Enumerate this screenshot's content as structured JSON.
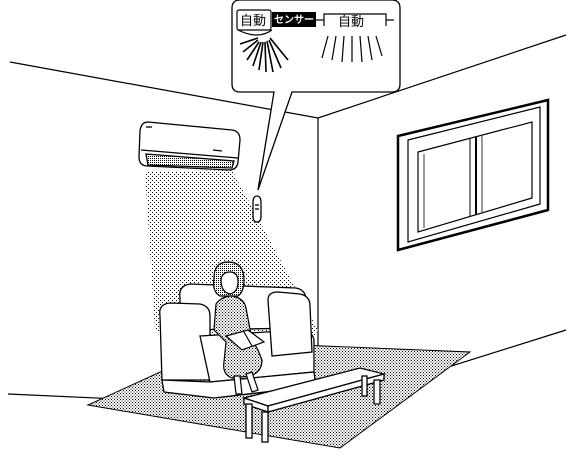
{
  "bubble": {
    "auto_label_left": "自動",
    "sensor_label": "センサー",
    "auto_label_right": "自動"
  },
  "colors": {
    "line": "#000000",
    "background": "#ffffff",
    "stipple": "#000000"
  },
  "icons": {
    "air_conditioner": "air-conditioner-icon",
    "remote": "remote-sensor-icon",
    "person": "seated-person-icon"
  }
}
